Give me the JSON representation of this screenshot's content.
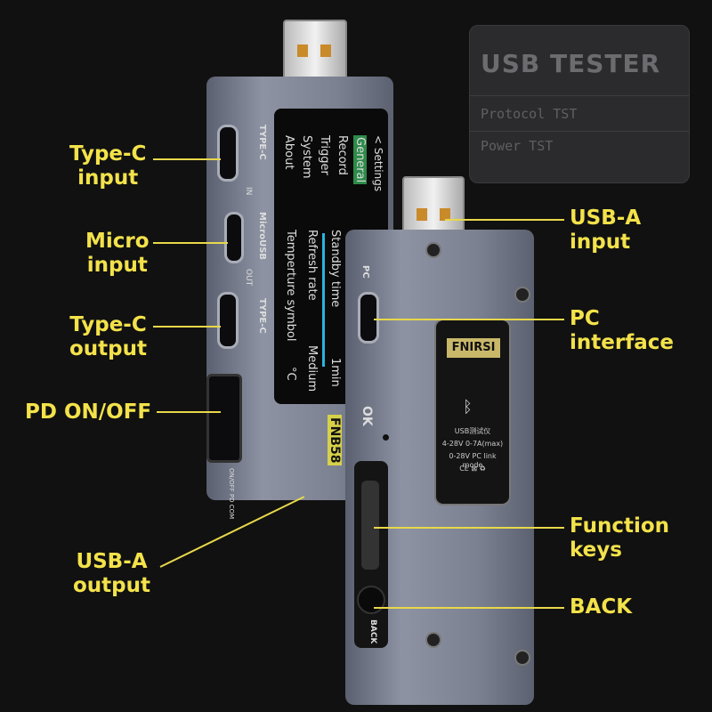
{
  "tester_card": {
    "title": "USB TESTER",
    "rows": [
      "Protocol TST",
      "Power TST"
    ]
  },
  "labels": {
    "type_c_input": "Type-C\ninput",
    "micro_input": "Micro\ninput",
    "type_c_output": "Type-C\noutput",
    "pd_on_off": "PD ON/OFF",
    "usb_a_output": "USB-A\noutput",
    "usb_a_input": "USB-A\ninput",
    "pc_interface": "PC\ninterface",
    "function_keys": "Function\nkeys",
    "back": "BACK"
  },
  "device_left": {
    "port_labels": [
      "TYPE-C",
      "IN",
      "MicroUSB",
      "OUT",
      "TYPE-C"
    ],
    "pd_label": "ON/OFF PD COM",
    "model": "FNB58",
    "screen": {
      "menu_title": "< Settings",
      "menu": [
        "General",
        "Record",
        "Trigger",
        "System",
        "About"
      ],
      "selected": "General",
      "settings": [
        {
          "name": "Standby time",
          "value": "1min"
        },
        {
          "name": "Refresh rate",
          "value": "Medium"
        },
        {
          "name": "Temperture symbol",
          "value": "°C"
        }
      ]
    }
  },
  "device_right": {
    "pc_label": "PC",
    "ok_label": "OK",
    "back_label": "BACK",
    "brand": "FNIRSI",
    "spec_lines": [
      "USB测试仪",
      "4-28V 0-7A(max)",
      "0-28V PC link mode",
      "CE ⊠ ♻"
    ]
  },
  "colors": {
    "label": "#f3e24a",
    "background": "#111111",
    "accent_screen": "#27b5e0",
    "menu_selected": "#2e8b4a"
  }
}
